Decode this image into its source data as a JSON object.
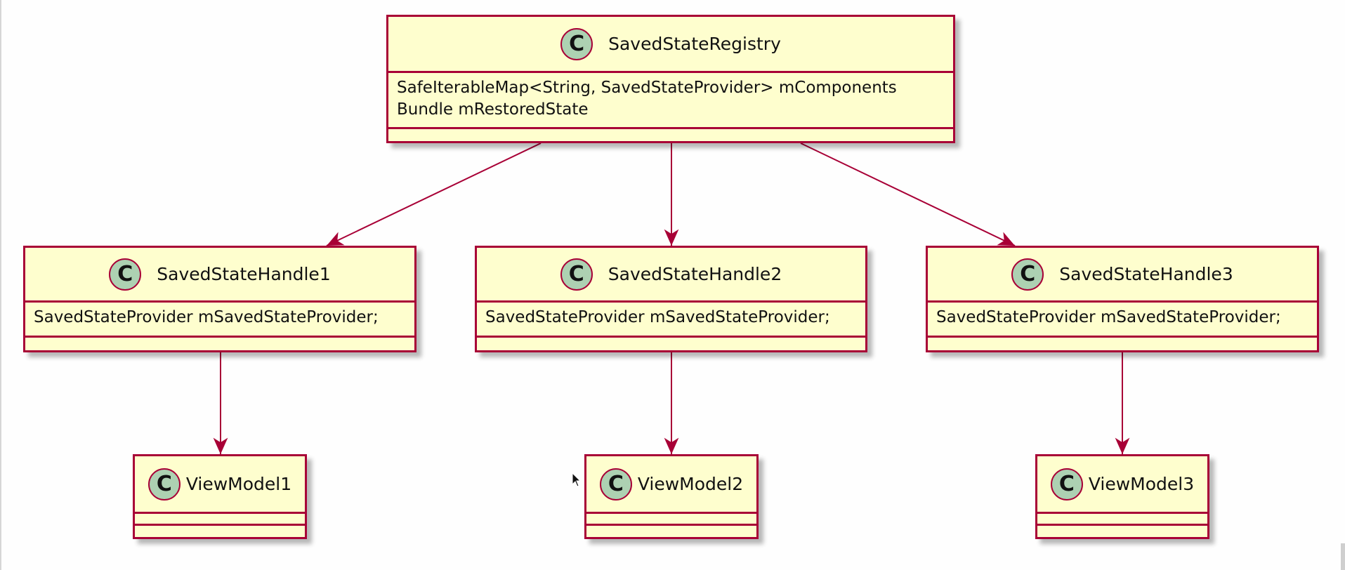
{
  "colors": {
    "class_fill": "#fefece",
    "class_border": "#a80036",
    "icon_fill": "#add1b2",
    "arrow": "#a80036"
  },
  "classes": {
    "registry": {
      "icon": "C",
      "name": "SavedStateRegistry",
      "attributes": [
        "SafeIterableMap<String, SavedStateProvider> mComponents",
        "Bundle mRestoredState"
      ]
    },
    "handle1": {
      "icon": "C",
      "name": "SavedStateHandle1",
      "attributes": [
        "SavedStateProvider mSavedStateProvider;"
      ]
    },
    "handle2": {
      "icon": "C",
      "name": "SavedStateHandle2",
      "attributes": [
        "SavedStateProvider mSavedStateProvider;"
      ]
    },
    "handle3": {
      "icon": "C",
      "name": "SavedStateHandle3",
      "attributes": [
        "SavedStateProvider mSavedStateProvider;"
      ]
    },
    "viewmodel1": {
      "icon": "C",
      "name": "ViewModel1"
    },
    "viewmodel2": {
      "icon": "C",
      "name": "ViewModel2"
    },
    "viewmodel3": {
      "icon": "C",
      "name": "ViewModel3"
    }
  },
  "relations": [
    {
      "from": "SavedStateRegistry",
      "to": "SavedStateHandle1",
      "arrow": "open"
    },
    {
      "from": "SavedStateRegistry",
      "to": "SavedStateHandle2",
      "arrow": "open"
    },
    {
      "from": "SavedStateRegistry",
      "to": "SavedStateHandle3",
      "arrow": "open"
    },
    {
      "from": "SavedStateHandle1",
      "to": "ViewModel1",
      "arrow": "open"
    },
    {
      "from": "SavedStateHandle2",
      "to": "ViewModel2",
      "arrow": "open"
    },
    {
      "from": "SavedStateHandle3",
      "to": "ViewModel3",
      "arrow": "open"
    }
  ]
}
